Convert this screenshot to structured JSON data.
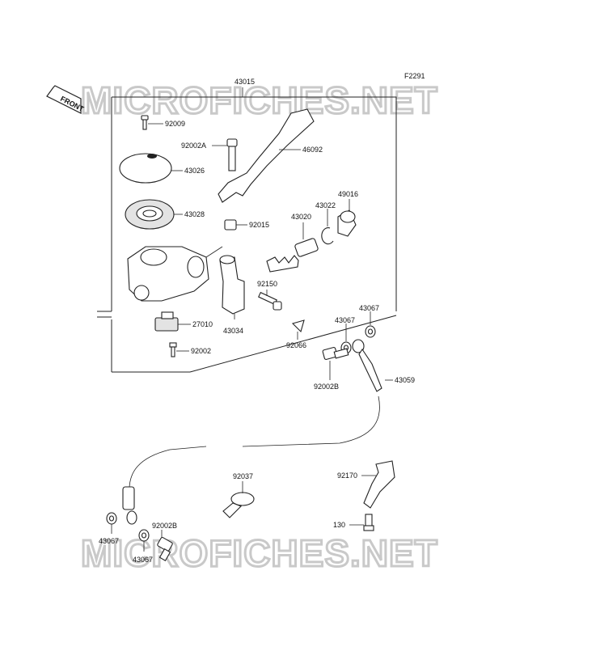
{
  "figure_code": "F2291",
  "watermark": "MICROFICHES.NET",
  "front_label": "FRONT",
  "parts": {
    "p43015": "43015",
    "p92009": "92009",
    "p92002A": "92002A",
    "p46092": "46092",
    "p43026": "43026",
    "p43028": "43028",
    "p92015": "92015",
    "p43020": "43020",
    "p43022": "43022",
    "p49016": "49016",
    "p92150": "92150",
    "p27010": "27010",
    "p43034": "43034",
    "p92066": "92066",
    "p92002": "92002",
    "p43067_a": "43067",
    "p43067_b": "43067",
    "p92002B_a": "92002B",
    "p43059": "43059",
    "p92037": "92037",
    "p92170": "92170",
    "p130": "130",
    "p43067_c": "43067",
    "p92002B_b": "92002B",
    "p43067_d": "43067"
  }
}
